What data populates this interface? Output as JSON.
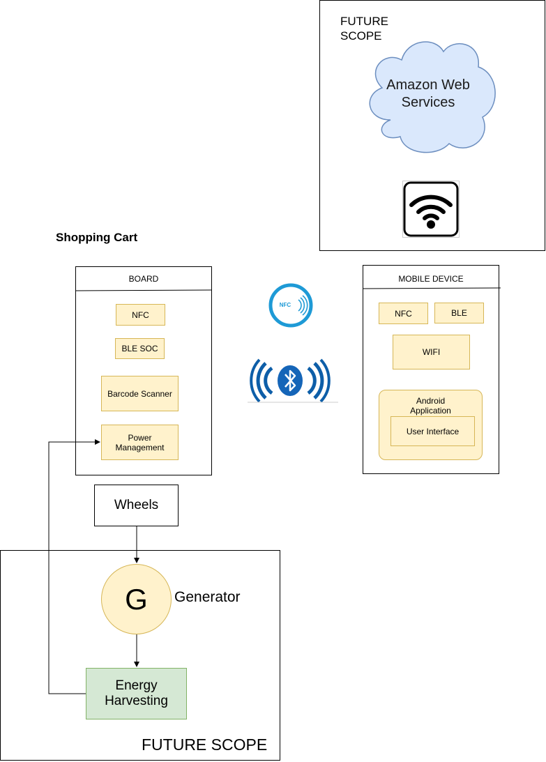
{
  "future_scope_top": {
    "label": "FUTURE\nSCOPE",
    "cloud_label": "Amazon Web\nServices",
    "wifi_icon": "wifi-icon"
  },
  "shopping_cart_title": "Shopping Cart",
  "board": {
    "title": "BOARD",
    "blocks": [
      "NFC",
      "BLE SOC",
      "Barcode Scanner",
      "Power\nManagement"
    ]
  },
  "mobile_device": {
    "title": "MOBILE DEVICE",
    "nfc": "NFC",
    "ble": "BLE",
    "wifi": "WIFI",
    "android_app": "Android\nApplication",
    "user_interface": "User Interface"
  },
  "icons": {
    "nfc_icon_text": "NFC",
    "nfc_icon": "nfc-icon",
    "bluetooth_icon": "bluetooth-icon"
  },
  "wheels": "Wheels",
  "generator": {
    "symbol": "G",
    "label": "Generator"
  },
  "energy_harvesting": "Energy\nHarvesting",
  "future_scope_bottom": "FUTURE SCOPE",
  "colors": {
    "cloud_fill": "#dae8fc",
    "cloud_stroke": "#6c8ebf",
    "yellow_fill": "#fff2cc",
    "yellow_stroke": "#d6b656",
    "green_fill": "#d5e8d4",
    "green_stroke": "#82b366",
    "nfc_blue": "#1e9ad6",
    "bluetooth_blue": "#0d5ea8"
  }
}
